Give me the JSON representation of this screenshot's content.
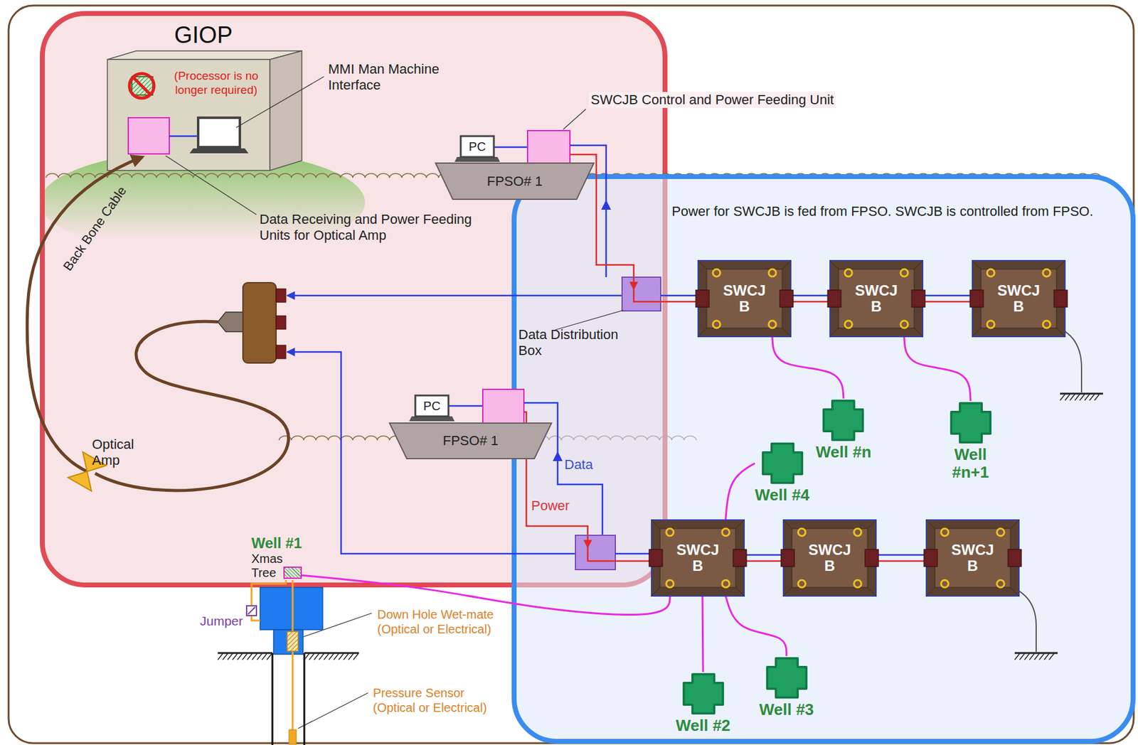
{
  "diagram": {
    "nodes": [
      {
        "text": [
          "GIOP"
        ]
      },
      {
        "text": [
          "(Processor is no longer required)"
        ],
        "in": 0
      },
      {
        "text": [
          "PC"
        ],
        "in": 0
      },
      {
        "text": [
          "FPSO# 1"
        ],
        "in": 0
      },
      {
        "text": [
          "Power for SWCJB is fed from FPSO. SWCJB is controlled from FPSO."
        ]
      },
      {
        "text": [
          "SWCJ B"
        ],
        "in": 4
      },
      {
        "text": [
          "SWCJ B"
        ],
        "in": 4
      },
      {
        "text": [
          "SWCJ B"
        ],
        "in": 4
      },
      {
        "text": [
          "PC"
        ],
        "in": 0
      },
      {
        "text": [
          "FPSO# 1"
        ],
        "in": 0
      },
      {
        "text": [
          "Well #n"
        ],
        "in": 4
      },
      {
        "text": [
          "Well #n+1"
        ],
        "in": 4
      },
      {
        "text": [
          "Well #4"
        ],
        "in": 4
      },
      {
        "text": [
          "Well #1",
          "Xmas Tree"
        ]
      },
      {
        "text": [
          "SWCJ B"
        ],
        "in": 4
      },
      {
        "text": [
          "SWCJ B"
        ],
        "in": 4
      },
      {
        "text": [
          "SWCJ B"
        ],
        "in": 4
      },
      {
        "text": [
          "Well #3"
        ],
        "in": 4
      },
      {
        "text": [
          "Well #2"
        ],
        "in": 4
      }
    ],
    "edges": [
      {
        "from": 5,
        "to": 6,
        "arrow": "none"
      },
      {
        "from": 6,
        "to": 7,
        "arrow": "none"
      },
      {
        "from": 14,
        "to": 15,
        "arrow": "none"
      },
      {
        "from": 15,
        "to": 16,
        "arrow": "none"
      },
      {
        "from": 5,
        "to": 10,
        "arrow": "none"
      },
      {
        "from": 6,
        "to": 11,
        "arrow": "none"
      },
      {
        "from": 14,
        "to": 12,
        "arrow": "none"
      },
      {
        "from": 14,
        "to": 13,
        "arrow": "none"
      },
      {
        "from": 14,
        "to": 18,
        "arrow": "none"
      },
      {
        "from": 14,
        "to": 17,
        "arrow": "none"
      }
    ],
    "labels": [
      "MMI Man Machine Interface",
      "SWCJB Control and Power Feeding Unit",
      "Data Receiving and Power Feeding Units for Optical Amp",
      "Back Bone Cable",
      "Data Distribution Box",
      "Optical Amp",
      "Data",
      "Power",
      "Jumper",
      "Down Hole Wet-mate (Optical or Electrical)",
      "Pressure Sensor (Optical or Electrical)"
    ]
  }
}
